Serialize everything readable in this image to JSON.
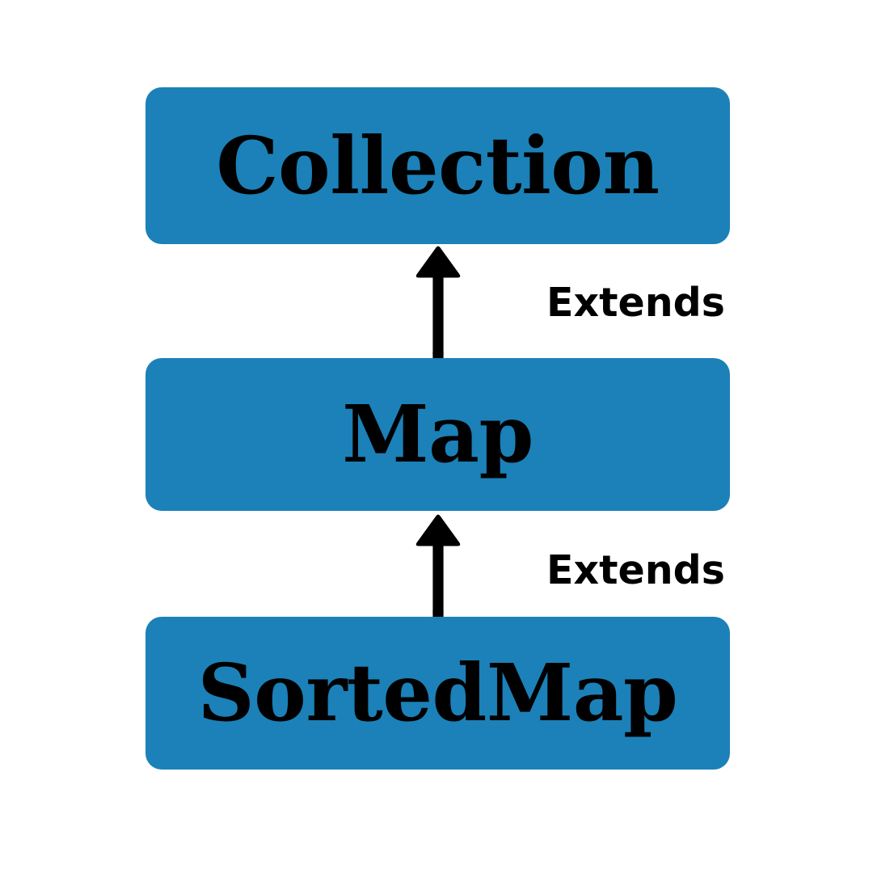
{
  "diagram": {
    "background_color": "#ffffff",
    "node_fill_color": "#1b81b8",
    "text_color": "#000000",
    "nodes": [
      {
        "id": "collection",
        "label": "Collection"
      },
      {
        "id": "map",
        "label": "Map"
      },
      {
        "id": "sortedmap",
        "label": "SortedMap"
      }
    ],
    "edges": [
      {
        "id": "edge-1",
        "from": "map",
        "to": "collection",
        "label": "Extends",
        "arrow": "up-arrow-icon"
      },
      {
        "id": "edge-2",
        "from": "sortedmap",
        "to": "map",
        "label": "Extends",
        "arrow": "up-arrow-icon"
      }
    ]
  }
}
